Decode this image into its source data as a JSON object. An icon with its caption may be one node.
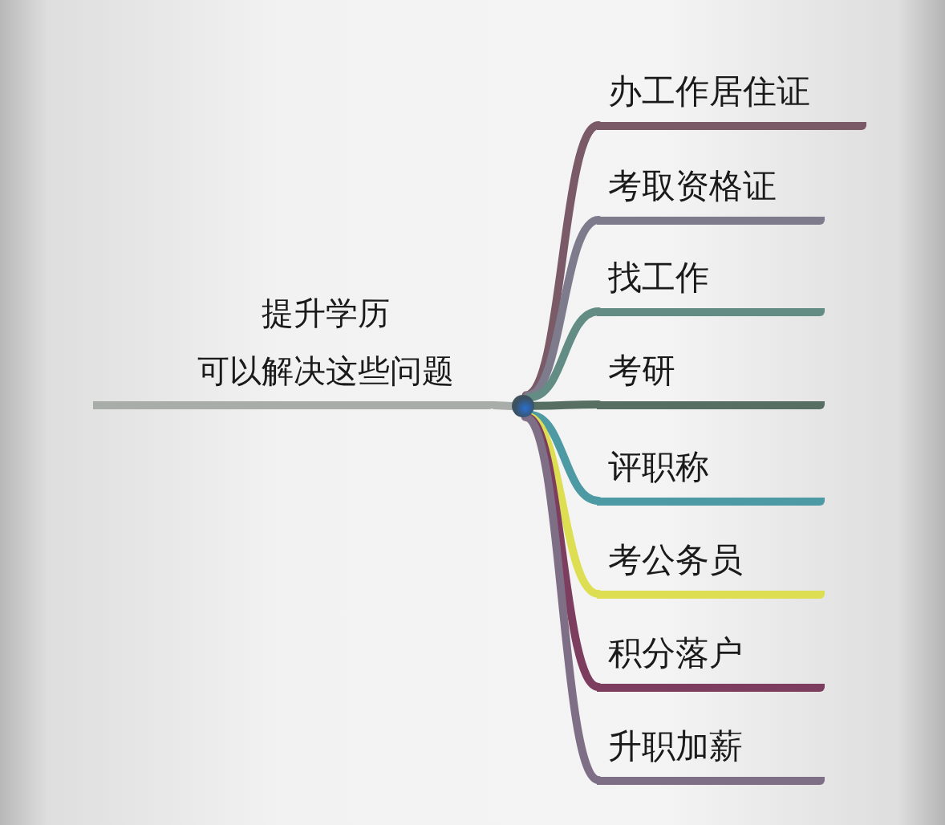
{
  "diagram": {
    "nodes": [
      {
        "text": [
          "提升学历",
          "可以解决这些问题"
        ]
      },
      {
        "text": [],
        "shape": "circle"
      },
      {
        "text": [
          "办工作居住证"
        ]
      },
      {
        "text": [
          "考取资格证"
        ]
      },
      {
        "text": [
          "找工作"
        ]
      },
      {
        "text": [
          "考研"
        ]
      },
      {
        "text": [
          "评职称"
        ]
      },
      {
        "text": [
          "考公务员"
        ]
      },
      {
        "text": [
          "积分落户"
        ]
      },
      {
        "text": [
          "升职加薪"
        ]
      }
    ],
    "edges": [
      {
        "from": 0,
        "to": 1,
        "arrow": "none",
        "color": "#a9ada9"
      },
      {
        "from": 1,
        "to": 2,
        "arrow": "none",
        "color": "#7a5a66"
      },
      {
        "from": 1,
        "to": 3,
        "arrow": "none",
        "color": "#7d7b8c"
      },
      {
        "from": 1,
        "to": 4,
        "arrow": "none",
        "color": "#628c84"
      },
      {
        "from": 1,
        "to": 5,
        "arrow": "none",
        "color": "#566f62"
      },
      {
        "from": 1,
        "to": 6,
        "arrow": "none",
        "color": "#4e9aa4"
      },
      {
        "from": 1,
        "to": 7,
        "arrow": "none",
        "color": "#dede52"
      },
      {
        "from": 1,
        "to": 8,
        "arrow": "none",
        "color": "#7c3d5e"
      },
      {
        "from": 1,
        "to": 9,
        "arrow": "none",
        "color": "#7e6f86"
      }
    ]
  }
}
